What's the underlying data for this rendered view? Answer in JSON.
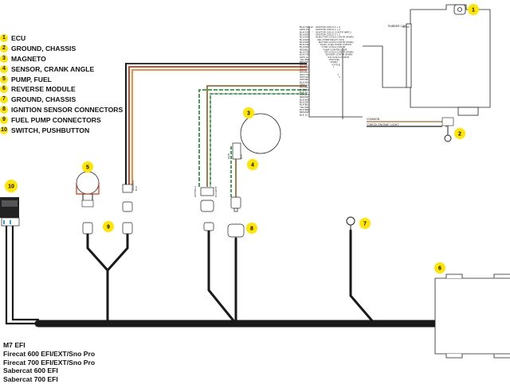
{
  "legend": [
    {
      "num": "1",
      "label": "ECU"
    },
    {
      "num": "2",
      "label": "GROUND, CHASSIS"
    },
    {
      "num": "3",
      "label": "MAGNETO"
    },
    {
      "num": "4",
      "label": "SENSOR, CRANK ANGLE"
    },
    {
      "num": "5",
      "label": "PUMP, FUEL"
    },
    {
      "num": "6",
      "label": "REVERSE MODULE"
    },
    {
      "num": "7",
      "label": "GROUND, CHASSIS"
    },
    {
      "num": "8",
      "label": "IGNITION SENSOR CONNECTORS"
    },
    {
      "num": "9",
      "label": "FUEL PUMP CONNECTORS"
    },
    {
      "num": "10",
      "label": "SWITCH, PUSHBUTTON"
    }
  ],
  "models": [
    "M7 EFI",
    "Firecat 600 EFI/EXT/Sno Pro",
    "Firecat 700 EFI/EXT/Sno Pro",
    "Sabercat 600 EFI",
    "Sabercat 700 EFI"
  ],
  "callouts": {
    "ecu": "1",
    "ground_chassis": "2",
    "magneto": "3",
    "crank_sensor": "4",
    "fuel_pump": "5",
    "reverse_module": "6",
    "ground_chassis_b": "7",
    "ignition_connectors": "8",
    "fuel_pump_connectors": "9",
    "pushbutton": "10"
  },
  "ecu_notes": {
    "rubber_cap": "RUBBER CAP",
    "common": "COMMON",
    "check_engine": "\"CHECK ENGINE\" LIGHT"
  },
  "pin_table": [
    [
      "BLK/YEL 12",
      "IGNITOR COILS 1 + 2"
    ],
    [
      "GRN 10",
      "IGNITOR COILS 1 + 2"
    ],
    [
      "BLK/YEL 12",
      "IGNITOR COILS CONTR (MPC)"
    ],
    [
      "BLU/WHT 10",
      "IGNITOR COILS 1 + 2"
    ],
    [
      "BLU/GRN 12",
      "INJECTOR COILS CONTR (PWR)"
    ],
    [
      "BLU/GRN 12",
      "FUEL PUMP RELAY COIL"
    ],
    [
      "BLU/ORN 12",
      "INJECTOR COILS CONTR (PWR)"
    ],
    [
      "BLK/YEL 12",
      "GROUND, FUEL PUMP CONTR"
    ],
    [
      "BLU/ORN 12",
      "INJECTOR COILS CONTR"
    ],
    [
      "RED/BLK 12",
      "FUEL PUMP CONTROLLER"
    ],
    [
      "BLU/YEL 12",
      "INJECTOR COILS CONTR (PWR)"
    ],
    [
      "BLK/YEL 12",
      "SPEED SENSOR CONTR (PWR)"
    ],
    [
      "ORN 12",
      "GROUND, INJ COILS CONTR"
    ],
    [
      "YEL/RED 12",
      "OUTPUT (POSITIVE)"
    ],
    [
      "BRN/WHT 12",
      "FUEL PUMP (PWR)"
    ],
    [
      "BRN/BLK 14",
      "SENSOR, THROTTLE"
    ],
    [
      "WHT/RED 12",
      "INJECTOR 1 + 2"
    ],
    [
      "BRN/RED 12",
      "INJECTOR 3 + 4"
    ],
    [
      "BRN/BLK 14",
      "SENSOR, INTAKE"
    ],
    [
      "GRY/YEL 12",
      "SENSOR, AIR TEMP"
    ],
    [
      "WHT/GRN 16",
      "SENSOR, THROTTLE"
    ],
    [
      "WHT/BLU 12",
      "CRANK SENSOR (+)"
    ],
    [
      "BLK/WHT 12",
      "CRANK SENSOR (-)"
    ],
    [
      "ORN 12",
      "INJECTOR 1"
    ],
    [
      "RED/BLK 12",
      "INJECTOR 2"
    ],
    [
      "RED/GRN 12",
      "INJECTOR 3"
    ],
    [
      "BLK 12",
      "SENSOR, WATER TEMP"
    ],
    [
      "BLK/WHT 12",
      "GROUND"
    ],
    [
      "RED/WHT 12",
      "SENSOR"
    ],
    [
      "BLK/WHT 12",
      "IGN SWITCH"
    ],
    [
      "BLK/ORN 12",
      "KEY SWITCH"
    ],
    [
      "BLK/BLU 12",
      "SENSOR, ALT"
    ],
    [
      "YEL/GRN 12",
      "GROUND"
    ],
    [
      "BLK/RED 12",
      "SPEED SENSOR"
    ],
    [
      "BRN/WHT 12",
      "SPEED SENSOR"
    ],
    [
      "BLK 12",
      "GPS"
    ]
  ],
  "connector_labels": {
    "fuel_pump_a": "RED/BLK",
    "fuel_pump_b": "BLK",
    "crank_a": "WHT/BLU",
    "crank_b": "BLK/WHT",
    "switch_a": "GRN",
    "switch_b": "BLK"
  },
  "colors": {
    "harness": "#1a1a1a",
    "red_wire": "#e03010",
    "orange_wire": "#f08030",
    "green_wire": "#2f9a3f",
    "brown_wire": "#a06b35",
    "callout_yellow": "#ffe600"
  },
  "icons": {
    "ecu": "ecu-box-icon",
    "ground": "ring-terminal-icon",
    "magneto": "magneto-circle-icon",
    "switch": "pushbutton-switch-icon"
  }
}
